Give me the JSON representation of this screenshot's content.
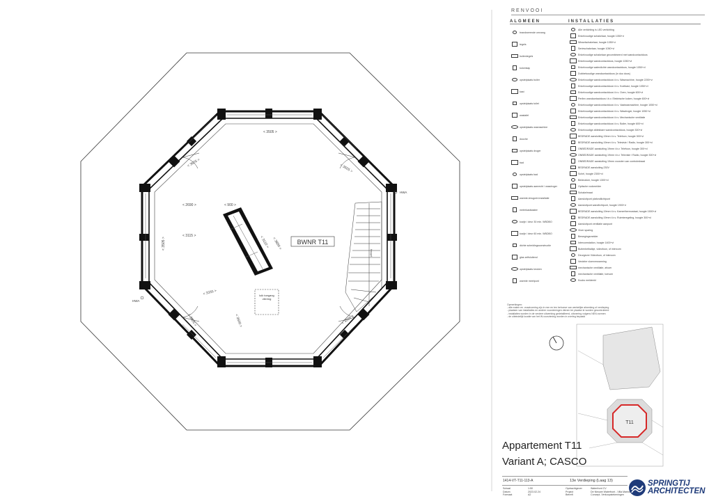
{
  "drawing": {
    "unit_label": "BWNR T11",
    "void_label": "luik toegang vliering",
    "stair_label": "trapgat",
    "hwa_left": "HWA",
    "hwa_right": "HWA",
    "dims": {
      "top": "< 3505 >",
      "upper_left": "< 3505 >",
      "upper_right": "< 3505 >",
      "left_upper": "< 2690 >",
      "left_mid": "< 3115 >",
      "left_vertical": "< 3505 >",
      "core_top": "< 900 >",
      "core_right": "< 3110 >",
      "core_far": "< 3880 >",
      "lower_left": "< 3505 >",
      "lower_mid": "< 3335 >",
      "lower_vert": "< 3500 >",
      "lower_right": "< 3505 >"
    }
  },
  "legend": {
    "title": "RENVOOI",
    "left_heading": "ALGMEEN",
    "right_heading": "INSTALLATIES",
    "left_items": [
      "brandwerende omvang",
      "tegels",
      "buitentegels",
      "kolomkap",
      "opstelplaats boiler",
      "kast",
      "opstelplaats toilet",
      "wastafel",
      "opstelplaats wasmachine",
      "douche",
      "opstelplaats droger",
      "bad",
      "opstelplaats bad",
      "opstelplaats aanrecht / wasdroger",
      "warmte-terugwin installatie",
      "meterkastkasten",
      "kozijn / deur 30 min. WBDBO",
      "kozijn / deur 60 min. WBDBO",
      "dichte scheidingsconstructie",
      "glas zelfsluitend",
      "opstelplaats keuken",
      "warmte meetpunt"
    ],
    "right_items": [
      "Alle verlichting is LED verlichting",
      "Enkelvoudige schakelaar, hoogte 1050+vl",
      "Wisselschakelaar, hoogte 1050+vl",
      "Serieschakelaar, hoogte 1050+vl",
      "Enkelvoudige schakelaar gecombineerd met wandcontactdoos",
      "Enkelvoudige wandcontactdoos, hoogte 1050+vl",
      "Enkelvoudige waterdichte wandcontactdoos, hoogte 1050+vl",
      "Dubbelvoudige wandcontactdoos (in duo doos)",
      "Enkelvoudige wandcontactdoos t.b.v. Wasmachine, hoogte 2200+vl",
      "Enkelvoudige wandcontactdoos t.b.v. Koelkast, hoogte 1050+vl",
      "Enkelvoudige wandcontactdoos t.b.v. Oven, hoogte 600+vl",
      "Perilex wandcontactdoos t.b.v. Elektrische koken, hoogte 600+vl",
      "Enkelvoudige wandcontactdoos t.b.v. Vaatwasmachine, hoogte 1050+vl",
      "Enkelvoudige wandcontactdoos t.b.v. Wasdroger, hoogte 1050+vl",
      "Enkelvoudige wandcontactdoos t.b.v. Mechanische ventilatie",
      "Enkelvoudige wandcontactdoos t.b.v. Boiler, hoogte 600+vl",
      "Enkelvoudige afdekbare wandcontactdoos, hoogte 300+vl",
      "BEDRADE aansluiting 19mm t.b.v. Telefoon, hoogte 300+vl",
      "BEDRADE aansluiting 19mm t.b.v. Televisie / Radio, hoogte 300+vl",
      "ONBEDRADE aansluiting 19mm t.b.v. Telefoon, hoogte 300+vl",
      "ONBEDRADE aansluiting 19mm t.b.v. Televisie / Radio, hoogte 300+vl",
      "ONBEDRADE aansluiting 19mm voorzien van controledraad",
      "BEDRADE aansluiting 230V",
      "Schel, hoogte 2300+vl",
      "Beldrukker, hoogte 1300+vl",
      "Optische rookmelder",
      "Schakelmaat",
      "Aansluitpunt plafondlichtpunt",
      "Aansluitpunt wandlichtpunt, hoogte 1900+vl",
      "BEDRADE aansluiting 19mm t.b.v. Kamerthermostaat, hoogte 1500+vl",
      "BEDRADE aansluiting 19mm t.b.v. Ruimteregeling, hoogte 300+vl",
      "Aansluitpunt ventilatie aanpunt",
      "Vloer sparing",
      "Bewegingsmelder",
      "Intercomstation, hoogte 1400+vl",
      "Buitenbelbalkje, videofoon, of intercom",
      "Deurgever Videofoon, of intercom",
      "Verdeler vloerverwarming",
      "mechanische ventilatie, afvoer",
      "mechanische ventilatie, toevoer",
      "Kooks meldeeld"
    ]
  },
  "notes": [
    "Opmerkingen:",
    "- alle maten en -maatvoering zijn in mm en ten behoeve van werkelijke afwerking of verdieping",
    "- plaatsen van installaties en andere voorzieningen dienen ter plaatse te worden gecontroleerd",
    "- installaties worden in de verdere uitwerking gedetailleerd, uitvoering volgens NEN-normen",
    "- de uiteindelijk locatie van het W-voorziening worden in overleg bepaald"
  ],
  "title_block": {
    "title": "Appartement T11",
    "subtitle": "Variant A; CASCO",
    "doc_number": "1414-VT-T11-113-A",
    "level": "13e Verdieping (Laag 13)",
    "meta_labels": [
      "Schaal",
      "Datum",
      "Formaat"
    ],
    "meta_values": [
      "1:50",
      "2023.02.24",
      "A2"
    ],
    "meta2_labels": [
      "Opdrachtgever",
      "Project",
      "Betreft"
    ],
    "meta2_values": [
      "Waterfront CV",
      "De Nieuwe Waterfront - Villa Marina",
      "Concept, Verkoopstekeningen"
    ],
    "key_label": "T11",
    "logo_line1": "SPRINGTIJ",
    "logo_line2": "ARCHITECTEN"
  },
  "colors": {
    "wall": "#111111",
    "line": "#333333",
    "accent": "#d62828",
    "logo": "#1f3b7a"
  }
}
